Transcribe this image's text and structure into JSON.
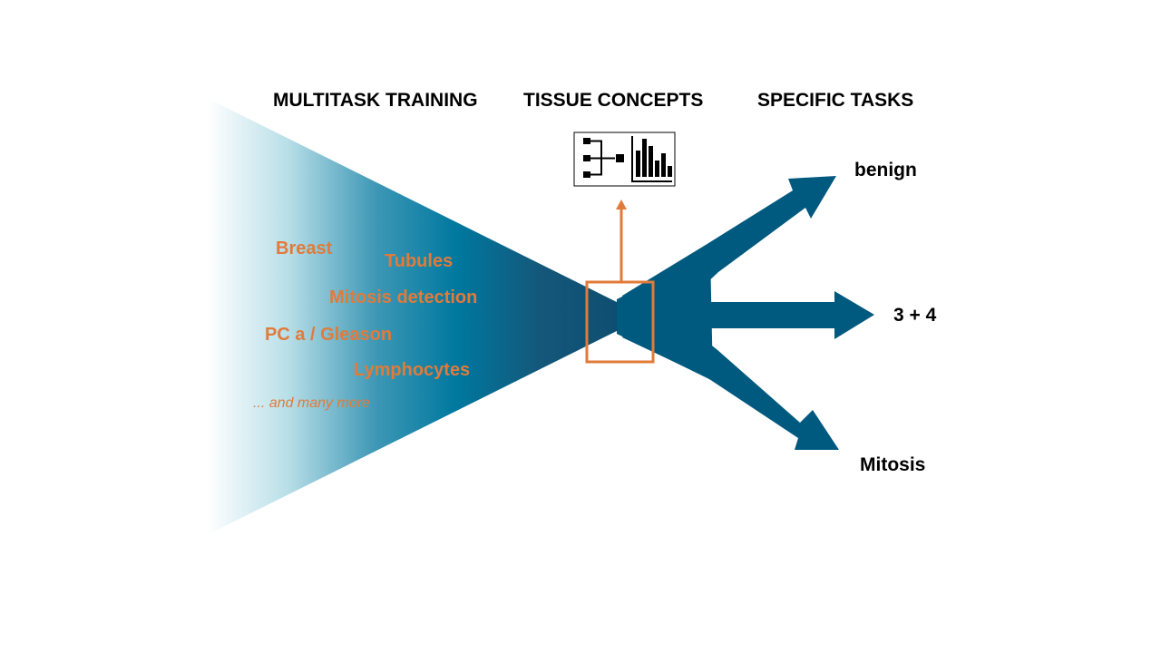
{
  "headers": {
    "multitask": "MULTITASK TRAINING",
    "concepts": "TISSUE CONCEPTS",
    "specific": "SPECIFIC TASKS"
  },
  "training_tasks": [
    "Breast",
    "Tubules",
    "Mitosis detection",
    "PC a / Gleason",
    "Lymphocytes"
  ],
  "more_label": "... and many more",
  "outputs": {
    "top": "benign",
    "middle": "3 + 4",
    "bottom": "Mitosis"
  },
  "icons": {
    "concepts": "hierarchy-and-bar-chart-icon"
  },
  "colors": {
    "funnel_dark": "#00597e",
    "funnel_light": "#ffffff",
    "accent": "#e07b3a",
    "text": "#000000"
  }
}
